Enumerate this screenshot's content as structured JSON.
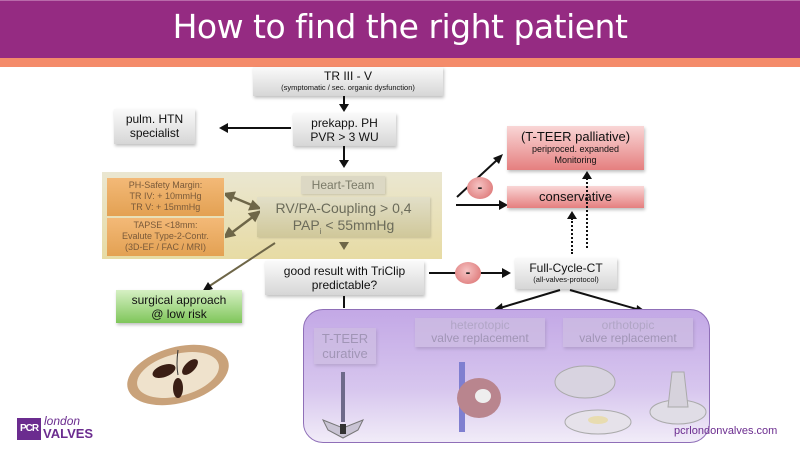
{
  "header": {
    "title": "How to find the right patient"
  },
  "nodes": {
    "tr": {
      "title": "TR III - V",
      "subtitle": "(symptomatic / sec. organic dysfunction)"
    },
    "prekapp": {
      "line1": "prekapp. PH",
      "line2": "PVR > 3 WU"
    },
    "pulm": {
      "line1": "pulm. HTN",
      "line2": "specialist"
    },
    "heart_team": {
      "label": "Heart-Team",
      "criteria_line1": "RV/PA-Coupling > 0,4",
      "criteria_line2_pre": "PAP",
      "criteria_line2_sub": "i",
      "criteria_line2_post": " < 55mmHg"
    },
    "safety": {
      "line1": "PH-Safety Margin:",
      "line2": "TR IV: + 10mmHg",
      "line3": "TR V: + 15mmHg"
    },
    "tapse": {
      "line1": "TAPSE <18mm:",
      "line2": "Evalute Type-2-Contr.",
      "line3": "(3D-EF / FAC / MRI)"
    },
    "palliative": {
      "title": "(T-TEER palliative)",
      "line2": "periproced. expanded",
      "line3": "Monitoring"
    },
    "conservative": {
      "label": "conservative"
    },
    "triclip": {
      "line1": "good result with TriClip",
      "line2": "predictable?"
    },
    "ct": {
      "title": "Full-Cycle-CT",
      "subtitle": "(all-valves-protocol)"
    },
    "surgical": {
      "line1": "surgical approach",
      "line2": "@ low risk"
    },
    "tteer_curative": {
      "line1": "T-TEER",
      "line2": "curative"
    },
    "heterotopic": {
      "line1": "heterotopic",
      "line2": "valve replacement"
    },
    "orthotopic": {
      "line1": "orthotopic",
      "line2": "valve replacement"
    },
    "minus_label": "-"
  },
  "footer": {
    "logo_pcr": "PCR",
    "logo_london": "london",
    "logo_valves": "VALVES",
    "url": "pcrlondonvalves.com"
  }
}
